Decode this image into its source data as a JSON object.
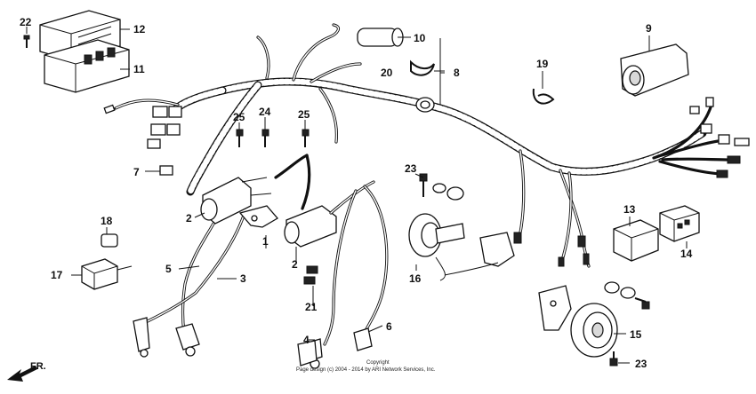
{
  "callouts": [
    {
      "id": "c1",
      "text": "1"
    },
    {
      "id": "c2a",
      "text": "2"
    },
    {
      "id": "c2b",
      "text": "2"
    },
    {
      "id": "c3",
      "text": "3"
    },
    {
      "id": "c4",
      "text": "4"
    },
    {
      "id": "c5",
      "text": "5"
    },
    {
      "id": "c6",
      "text": "6"
    },
    {
      "id": "c7",
      "text": "7"
    },
    {
      "id": "c8",
      "text": "8"
    },
    {
      "id": "c9",
      "text": "9"
    },
    {
      "id": "c10",
      "text": "10"
    },
    {
      "id": "c11",
      "text": "11"
    },
    {
      "id": "c12",
      "text": "12"
    },
    {
      "id": "c13",
      "text": "13"
    },
    {
      "id": "c14",
      "text": "14"
    },
    {
      "id": "c15",
      "text": "15"
    },
    {
      "id": "c16",
      "text": "16"
    },
    {
      "id": "c17",
      "text": "17"
    },
    {
      "id": "c18",
      "text": "18"
    },
    {
      "id": "c19",
      "text": "19"
    },
    {
      "id": "c20",
      "text": "20"
    },
    {
      "id": "c21",
      "text": "21"
    },
    {
      "id": "c22",
      "text": "22"
    },
    {
      "id": "c23a",
      "text": "23"
    },
    {
      "id": "c23b",
      "text": "23"
    },
    {
      "id": "c24",
      "text": "24"
    },
    {
      "id": "c25a",
      "text": "25"
    },
    {
      "id": "c25b",
      "text": "25"
    }
  ],
  "direction_label": "FR.",
  "copyright": {
    "line1": "Copyright",
    "line2": "Page design (c) 2004 - 2014 by ARI Network Services, Inc."
  }
}
